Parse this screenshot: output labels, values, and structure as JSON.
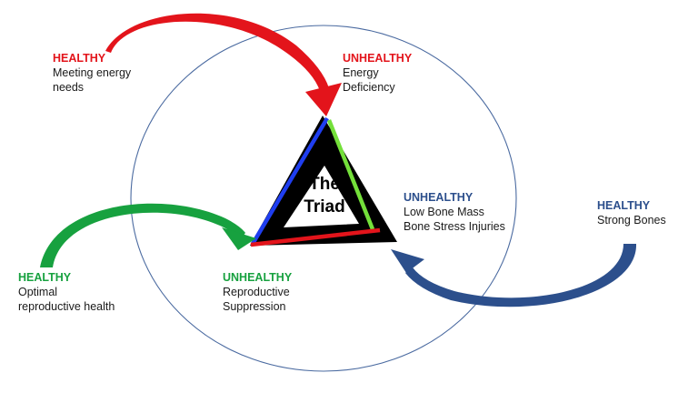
{
  "colors": {
    "red": "#e3141b",
    "green": "#17a13f",
    "blue": "#2c4f8c",
    "circle": "#4a6aa0",
    "triangle": "#000000",
    "edge_blue": "#1f3ef0",
    "edge_green": "#74e03a",
    "edge_red": "#e3141b"
  },
  "center": {
    "line1": "The",
    "line2": "Triad"
  },
  "labels": {
    "healthy_energy": {
      "head": "HEALTHY",
      "line1": "Meeting energy",
      "line2": "needs"
    },
    "unhealthy_energy": {
      "head": "UNHEALTHY",
      "line1": "Energy",
      "line2": "Deficiency"
    },
    "unhealthy_bone": {
      "head": "UNHEALTHY",
      "line1": "Low Bone Mass",
      "line2": "Bone Stress Injuries"
    },
    "healthy_bone": {
      "head": "HEALTHY",
      "line1": "Strong Bones"
    },
    "healthy_repro": {
      "head": "HEALTHY",
      "line1": "Optimal",
      "line2": "reproductive health"
    },
    "unhealthy_repro": {
      "head": "UNHEALTHY",
      "line1": "Reproductive",
      "line2": "Suppression"
    }
  },
  "arrows": [
    {
      "name": "energy-arrow",
      "color": "red"
    },
    {
      "name": "reproductive-arrow",
      "color": "green"
    },
    {
      "name": "bone-arrow",
      "color": "blue"
    }
  ]
}
